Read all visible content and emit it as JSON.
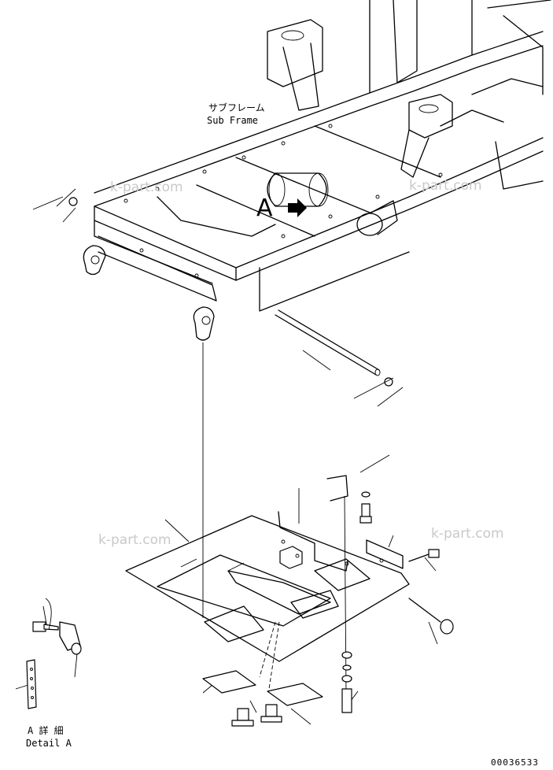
{
  "labels": {
    "sub_frame_jp": "サブフレーム",
    "sub_frame_en": "Sub Frame",
    "view_marker": "A",
    "detail_jp": "A 詳 細",
    "detail_en": "Detail A",
    "drawing_number": "00036533"
  },
  "watermarks": [
    "k-part.com",
    "k-part.com",
    "k-part.com",
    "k-part.com"
  ],
  "colors": {
    "ink": "#000000",
    "watermark": "#c9c9c9",
    "background": "#ffffff"
  }
}
